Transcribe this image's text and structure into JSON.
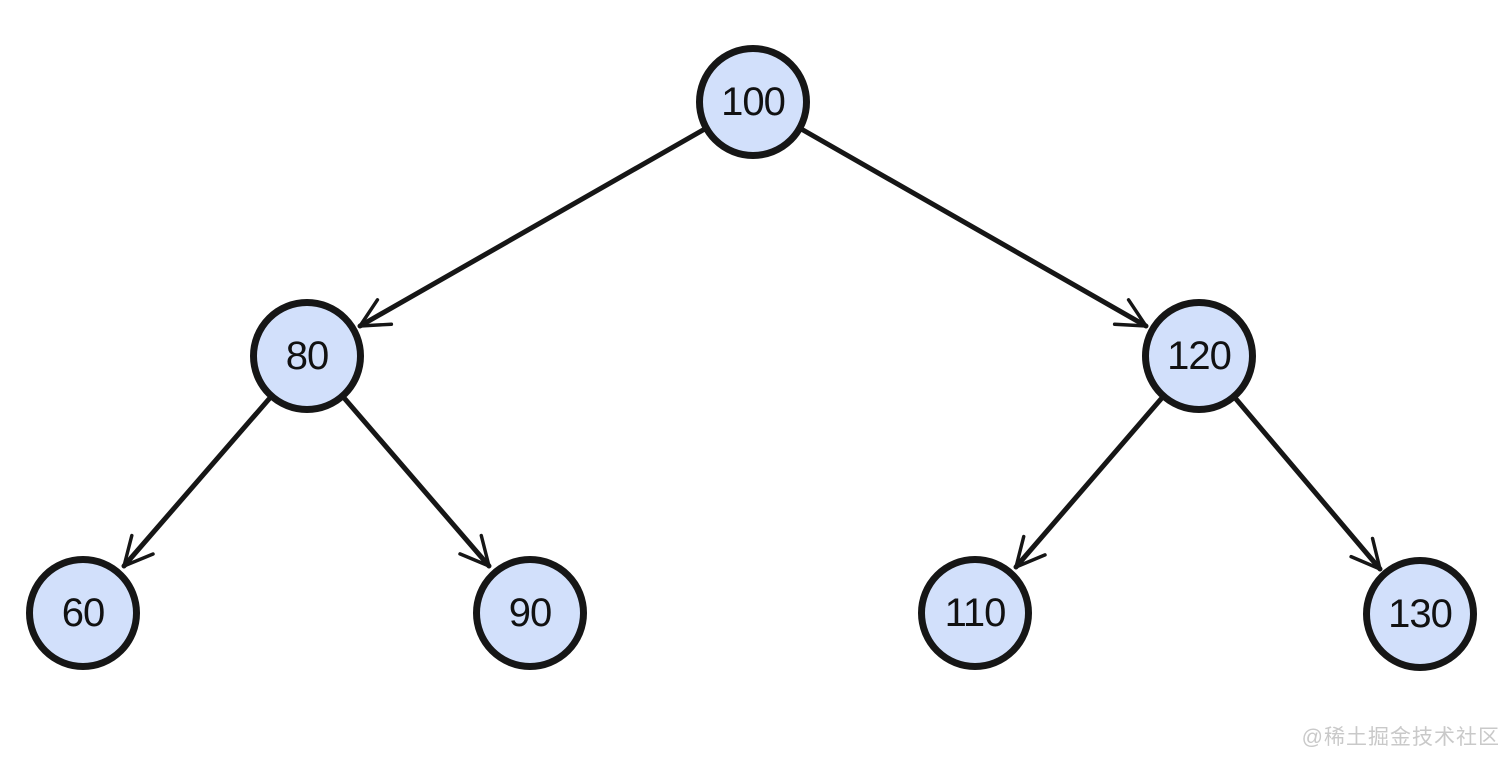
{
  "diagram": {
    "type": "binary-tree",
    "nodes": [
      {
        "id": "100",
        "value": "100",
        "level": 0,
        "parent": null,
        "side": "root"
      },
      {
        "id": "80",
        "value": "80",
        "level": 1,
        "parent": "100",
        "side": "left"
      },
      {
        "id": "120",
        "value": "120",
        "level": 1,
        "parent": "100",
        "side": "right"
      },
      {
        "id": "60",
        "value": "60",
        "level": 2,
        "parent": "80",
        "side": "left"
      },
      {
        "id": "90",
        "value": "90",
        "level": 2,
        "parent": "80",
        "side": "right"
      },
      {
        "id": "110",
        "value": "110",
        "level": 2,
        "parent": "120",
        "side": "left"
      },
      {
        "id": "130",
        "value": "130",
        "level": 2,
        "parent": "120",
        "side": "right"
      }
    ],
    "edges": [
      {
        "from": "100",
        "to": "80"
      },
      {
        "from": "100",
        "to": "120"
      },
      {
        "from": "80",
        "to": "60"
      },
      {
        "from": "80",
        "to": "90"
      },
      {
        "from": "120",
        "to": "110"
      },
      {
        "from": "120",
        "to": "130"
      }
    ],
    "colors": {
      "background": "#ffffff",
      "node_fill": "#d2e0fb",
      "node_border": "#161616",
      "edge": "#161616",
      "text": "#111111",
      "watermark": "#c9c9c9"
    }
  },
  "watermark": {
    "text": "@稀土掘金技术社区"
  }
}
